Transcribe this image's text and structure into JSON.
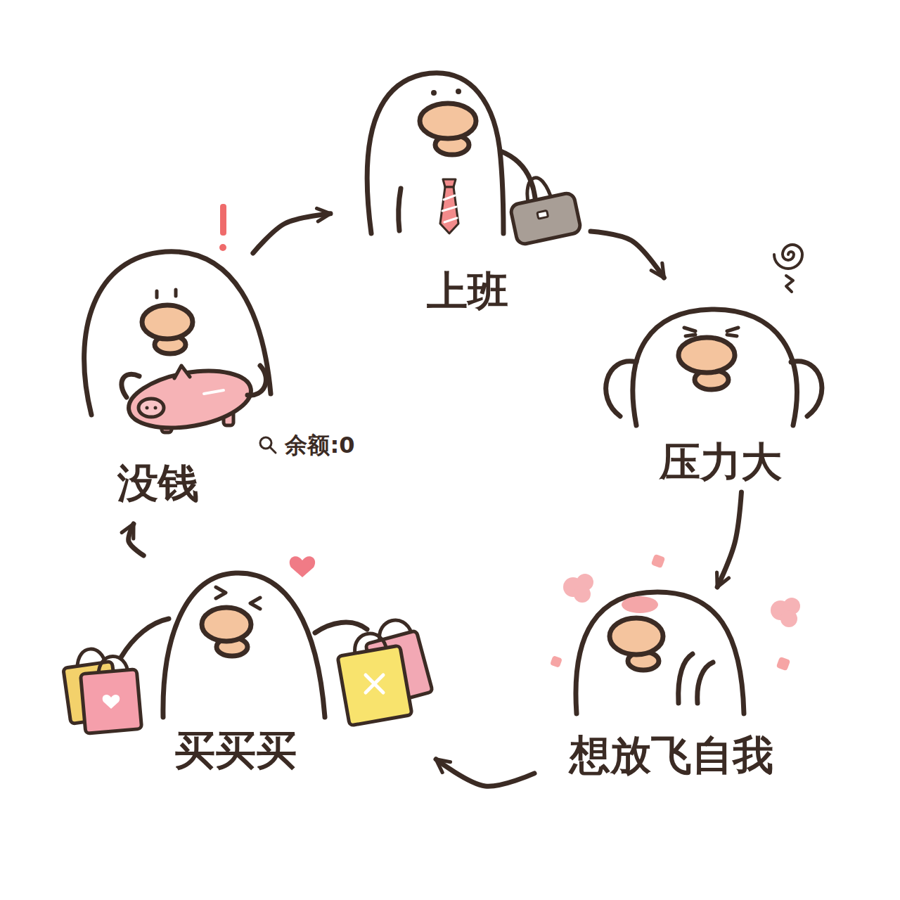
{
  "diagram": {
    "nodes": [
      {
        "text": [
          "上班"
        ]
      },
      {
        "text": [
          "压力大"
        ]
      },
      {
        "text": [
          "想放飞自我"
        ]
      },
      {
        "text": [
          "买买买"
        ]
      },
      {
        "text": [
          "没钱"
        ]
      }
    ],
    "edges": [
      {
        "from": 0,
        "to": 1,
        "arrow": "to"
      },
      {
        "from": 1,
        "to": 2,
        "arrow": "to"
      },
      {
        "from": 2,
        "to": 3,
        "arrow": "to"
      },
      {
        "from": 3,
        "to": 4,
        "arrow": "to"
      },
      {
        "from": 4,
        "to": 0,
        "arrow": "to"
      }
    ],
    "labels": [
      "余额:0"
    ]
  }
}
